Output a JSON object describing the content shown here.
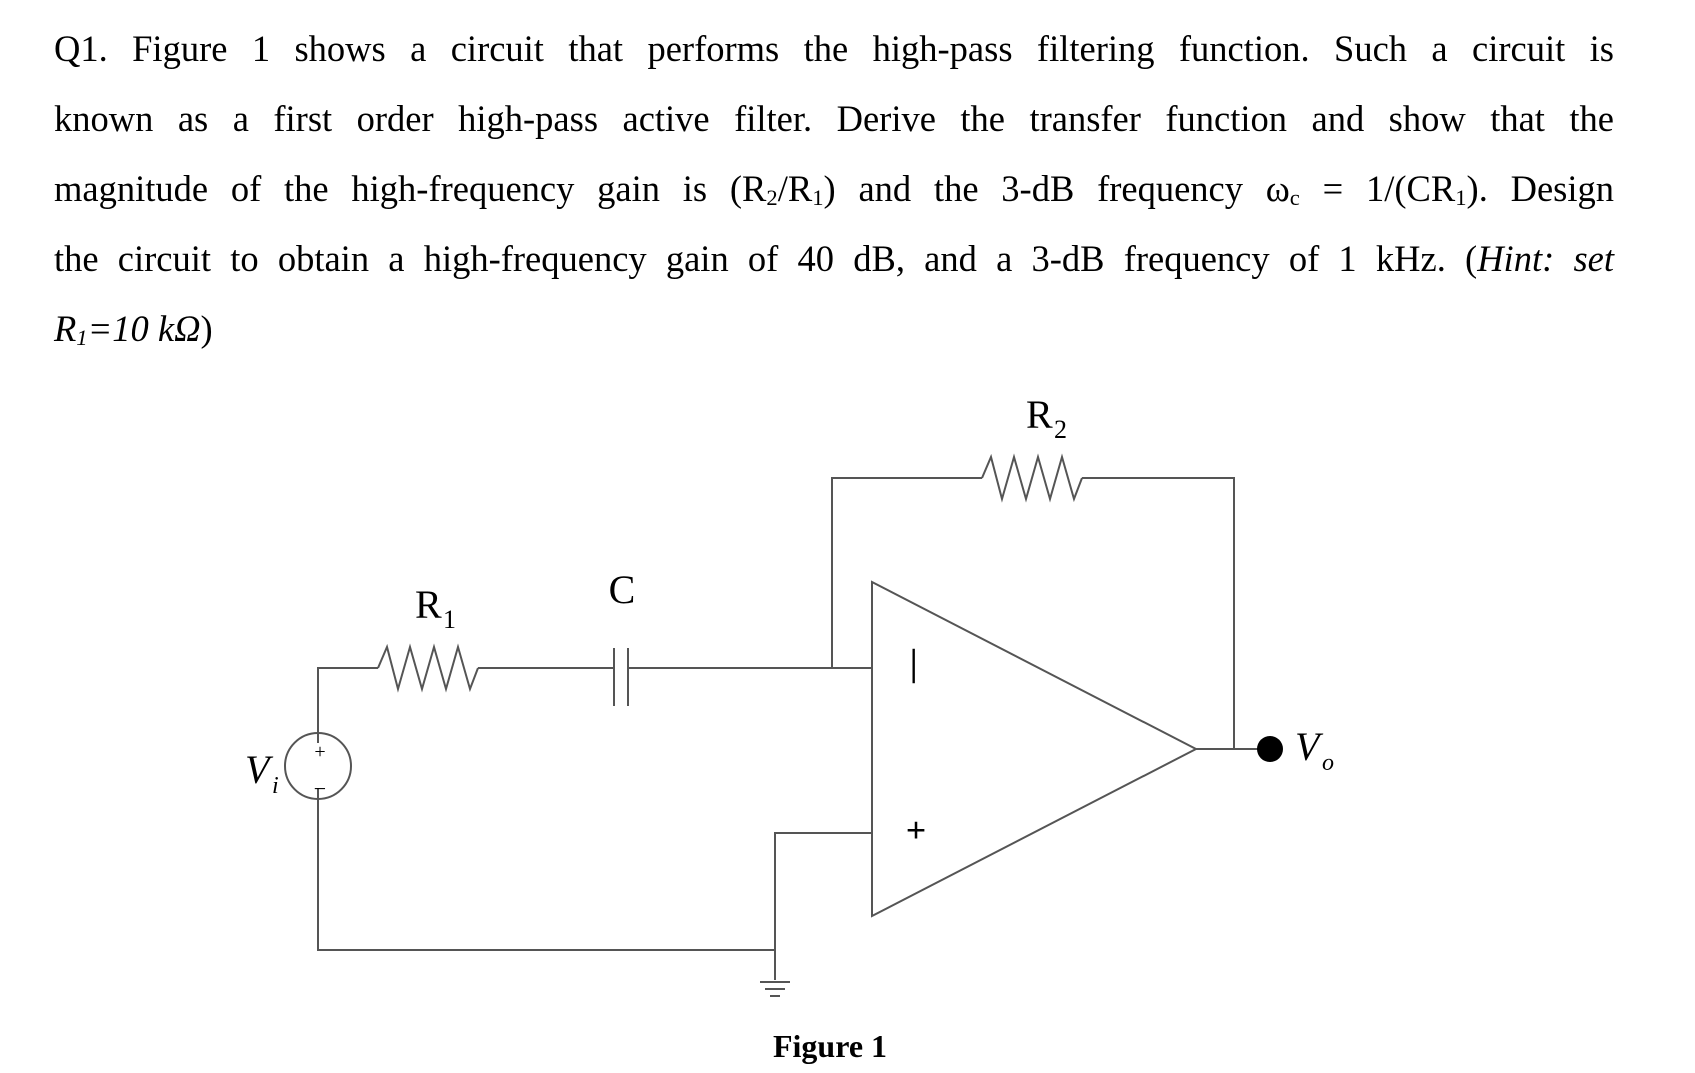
{
  "question": {
    "line1": "Q1. Figure 1 shows a circuit that performs the high-pass filtering function. Such a circuit is",
    "line2": "known as a first order high-pass active filter. Derive the transfer function and show that the",
    "line3_a": "magnitude of the high-frequency gain is (R",
    "line3_sub1": "2",
    "line3_b": "/R",
    "line3_sub2": "1",
    "line3_c": ") and the 3-dB frequency ω",
    "line3_sub3": "c",
    "line3_d": " = 1/(CR",
    "line3_sub4": "1",
    "line3_e": "). Design",
    "line4_a": "the circuit to obtain a high-frequency gain of 40 dB, and a 3-dB frequency of 1 kHz. (",
    "line4_hint": "Hint: set",
    "line5_r": "R",
    "line5_sub": "1",
    "line5_val": "=10 kΩ",
    "line5_close": ")"
  },
  "circuit": {
    "r1_label": "R",
    "r1_sub": "1",
    "c_label": "C",
    "r2_label": "R",
    "r2_sub": "2",
    "vi_label": "V",
    "vi_sub": "i",
    "vo_label": "V",
    "vo_sub": "o",
    "source_plus": "+",
    "source_minus": "−",
    "opamp_minus": "—",
    "opamp_plus": "+"
  },
  "caption": "Figure 1"
}
